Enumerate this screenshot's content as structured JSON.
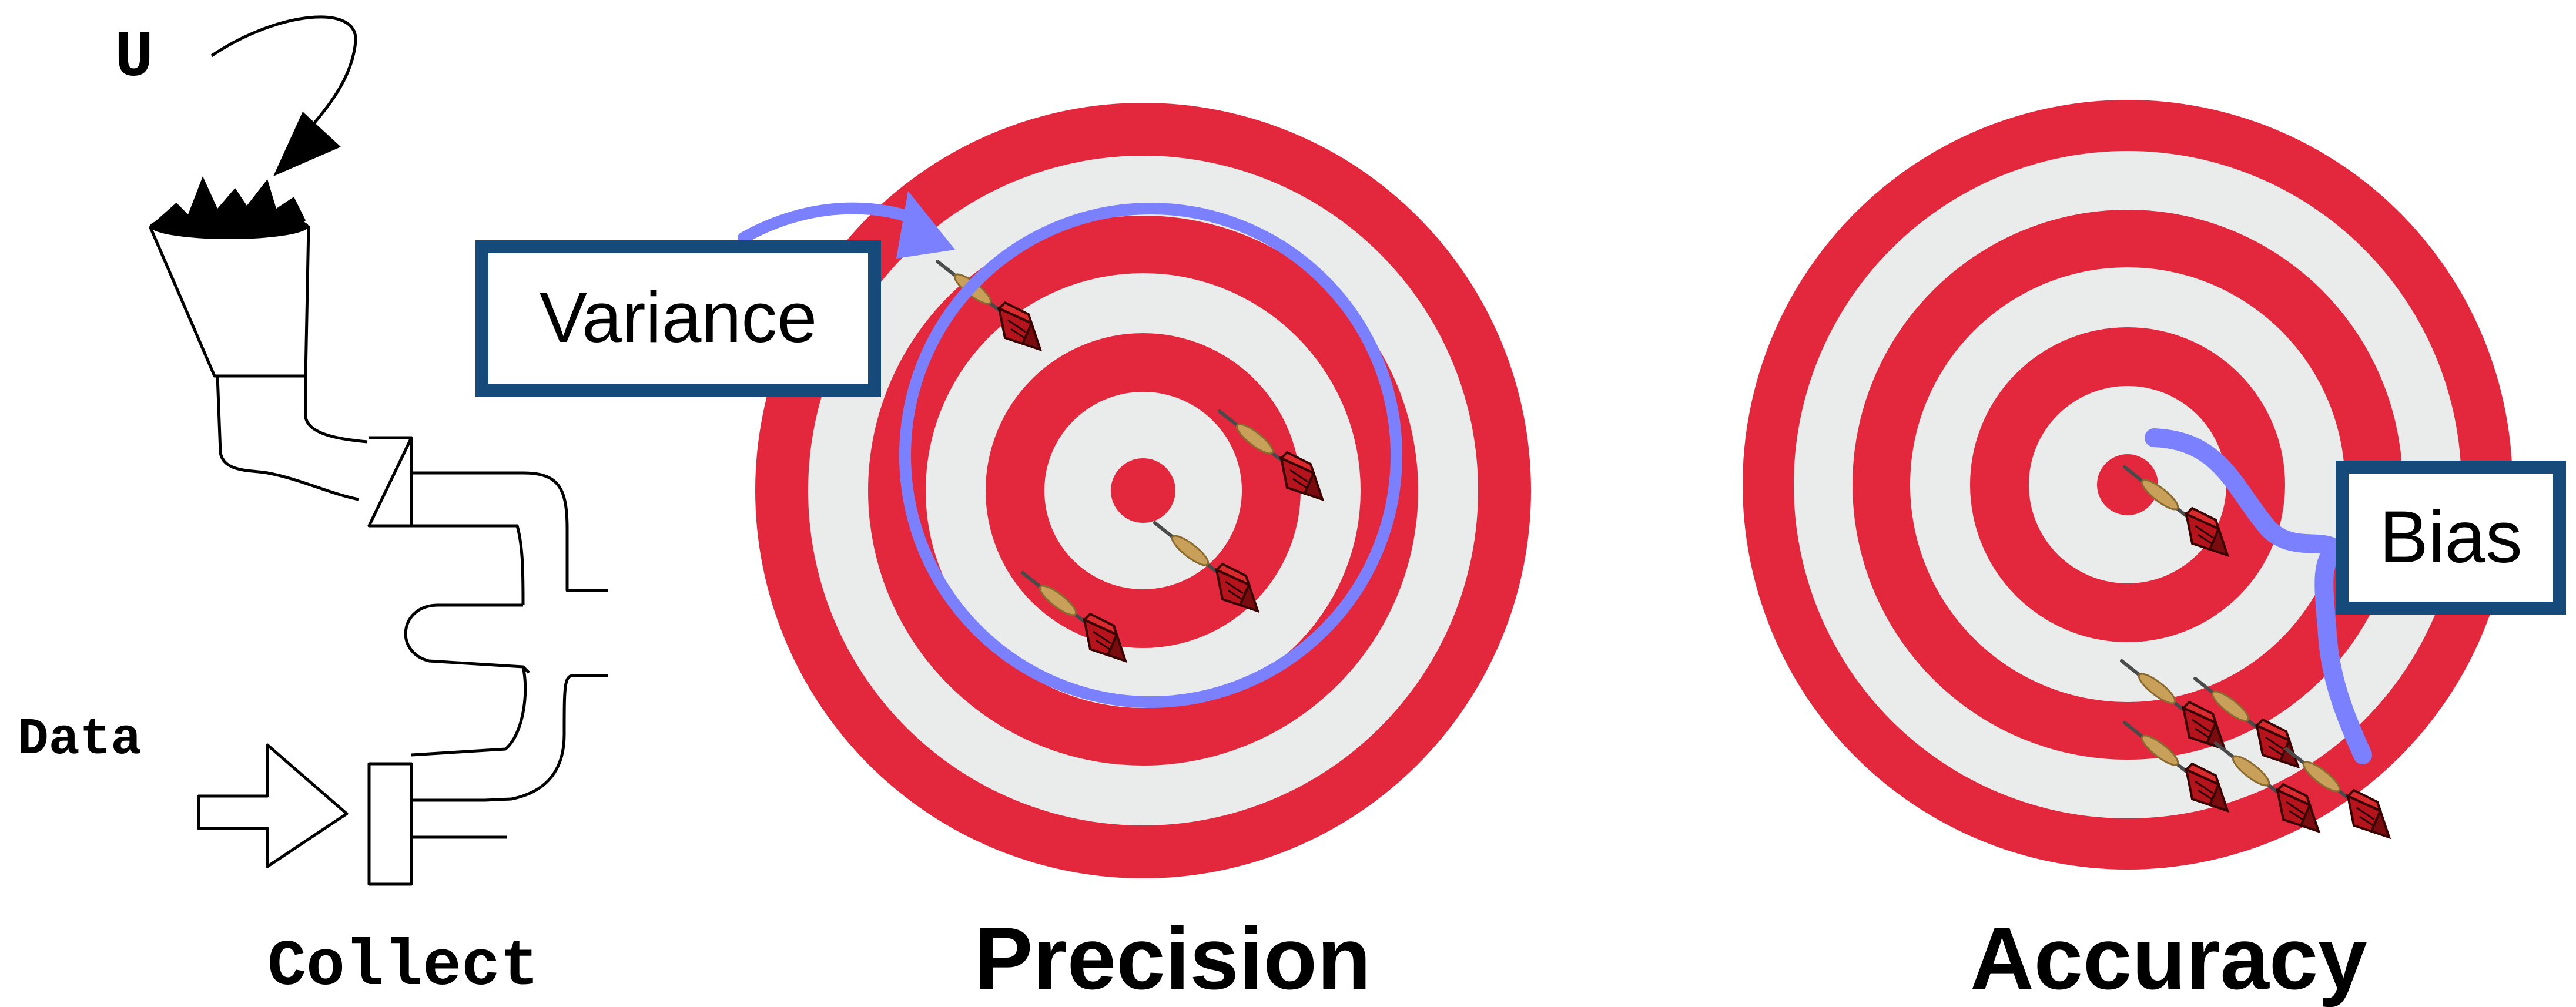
{
  "labels": {
    "u": "U",
    "data": "Data",
    "collect": "Collect",
    "precision": "Precision",
    "accuracy": "Accuracy",
    "variance": "Variance",
    "bias": "Bias"
  },
  "colors": {
    "ring_red": "#e3283e",
    "ring_white": "#e9eceb",
    "highlight": "#7b80ff",
    "label_border": "#154a7a",
    "ink": "#000000"
  },
  "icons": {
    "funnel": "funnel-icon",
    "pipe": "pipe-icon",
    "dart": "dart-icon",
    "target": "target-icon"
  }
}
